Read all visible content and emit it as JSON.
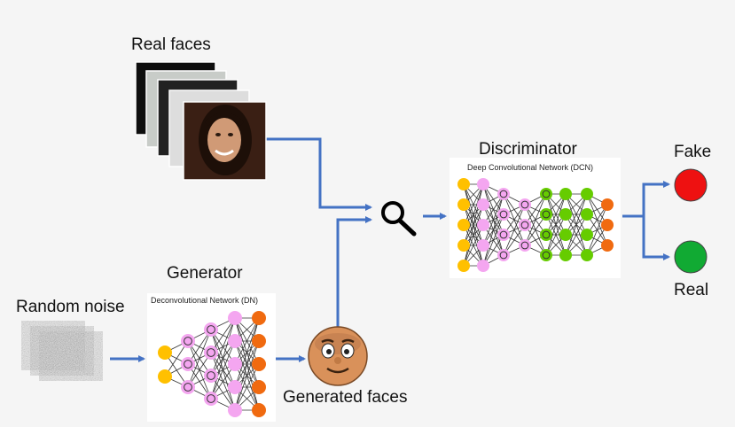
{
  "labels": {
    "real_faces": "Real faces",
    "random_noise": "Random noise",
    "generator": "Generator",
    "generator_network": "Deconvolutional Network (DN)",
    "generated_faces": "Generated faces",
    "discriminator": "Discriminator",
    "discriminator_network": "Deep Convolutional Network (DCN)",
    "fake": "Fake",
    "real": "Real"
  },
  "colors": {
    "background": "#f5f5f5",
    "arrow": "#4472c4",
    "node_yellow": "#ffc000",
    "node_pink": "#f4a6f0",
    "node_green": "#66cc00",
    "node_orange": "#f06a10",
    "fake_output": "#ee1111",
    "real_output": "#11aa33",
    "generated_face": "#d9915a"
  },
  "icons": {
    "search": "magnifier-icon"
  }
}
